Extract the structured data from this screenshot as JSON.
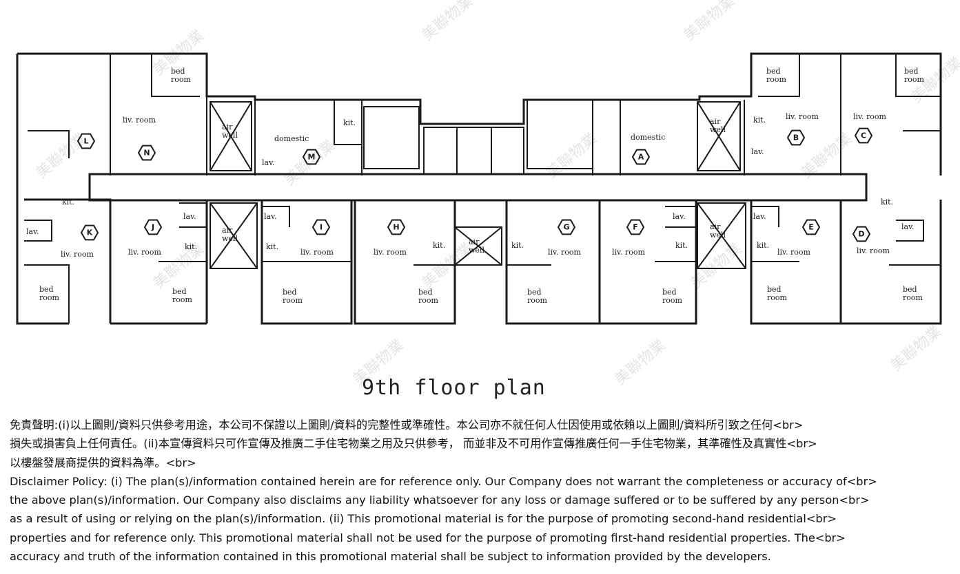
{
  "plan": {
    "title": "9th floor plan",
    "watermark_text": "美聯物業",
    "units": [
      "A",
      "B",
      "C",
      "D",
      "E",
      "F",
      "G",
      "H",
      "J",
      "K",
      "L",
      "M",
      "N"
    ],
    "room_labels": {
      "liv_room": "liv. room",
      "bed_room_top": "bed",
      "bed_room_bottom": "room",
      "kit": "kit.",
      "lav": "lav.",
      "domestic": "domestic",
      "air_well_top": "air",
      "air_well_bottom": "well"
    }
  },
  "disclaimer": {
    "lines": [
      "免責聲明:(i)以上圖則/資料只供參考用途，本公司不保證以上圖則/資料的完整性或準確性。本公司亦不就任何人仕因使用或依賴以上圖則/資料所引致之任何<br>",
      "損失或損害負上任何責任。(ii)本宣傳資料只可作宣傳及推廣二手住宅物業之用及只供參考， 而並非及不可用作宣傳推廣任何一手住宅物業，其準確性及真實性<br>",
      "以樓盤發展商提供的資料為準。<br>",
      "Disclaimer Policy: (i) The plan(s)/information contained herein are for reference only. Our Company does not warrant the completeness or accuracy of<br>",
      "the above plan(s)/information. Our Company also disclaims any liability whatsoever for any loss or damage suffered or to be suffered by any person<br>",
      "as a result of using or relying on the plan(s)/information. (ii) This promotional material is for the purpose of promoting second-hand residential<br>",
      "properties and for reference only. This promotional material shall not be used for the purpose of promoting first-hand residential properties. The<br>",
      "accuracy and truth of the information contained in this promotional material shall be subject to information provided by the developers."
    ]
  }
}
